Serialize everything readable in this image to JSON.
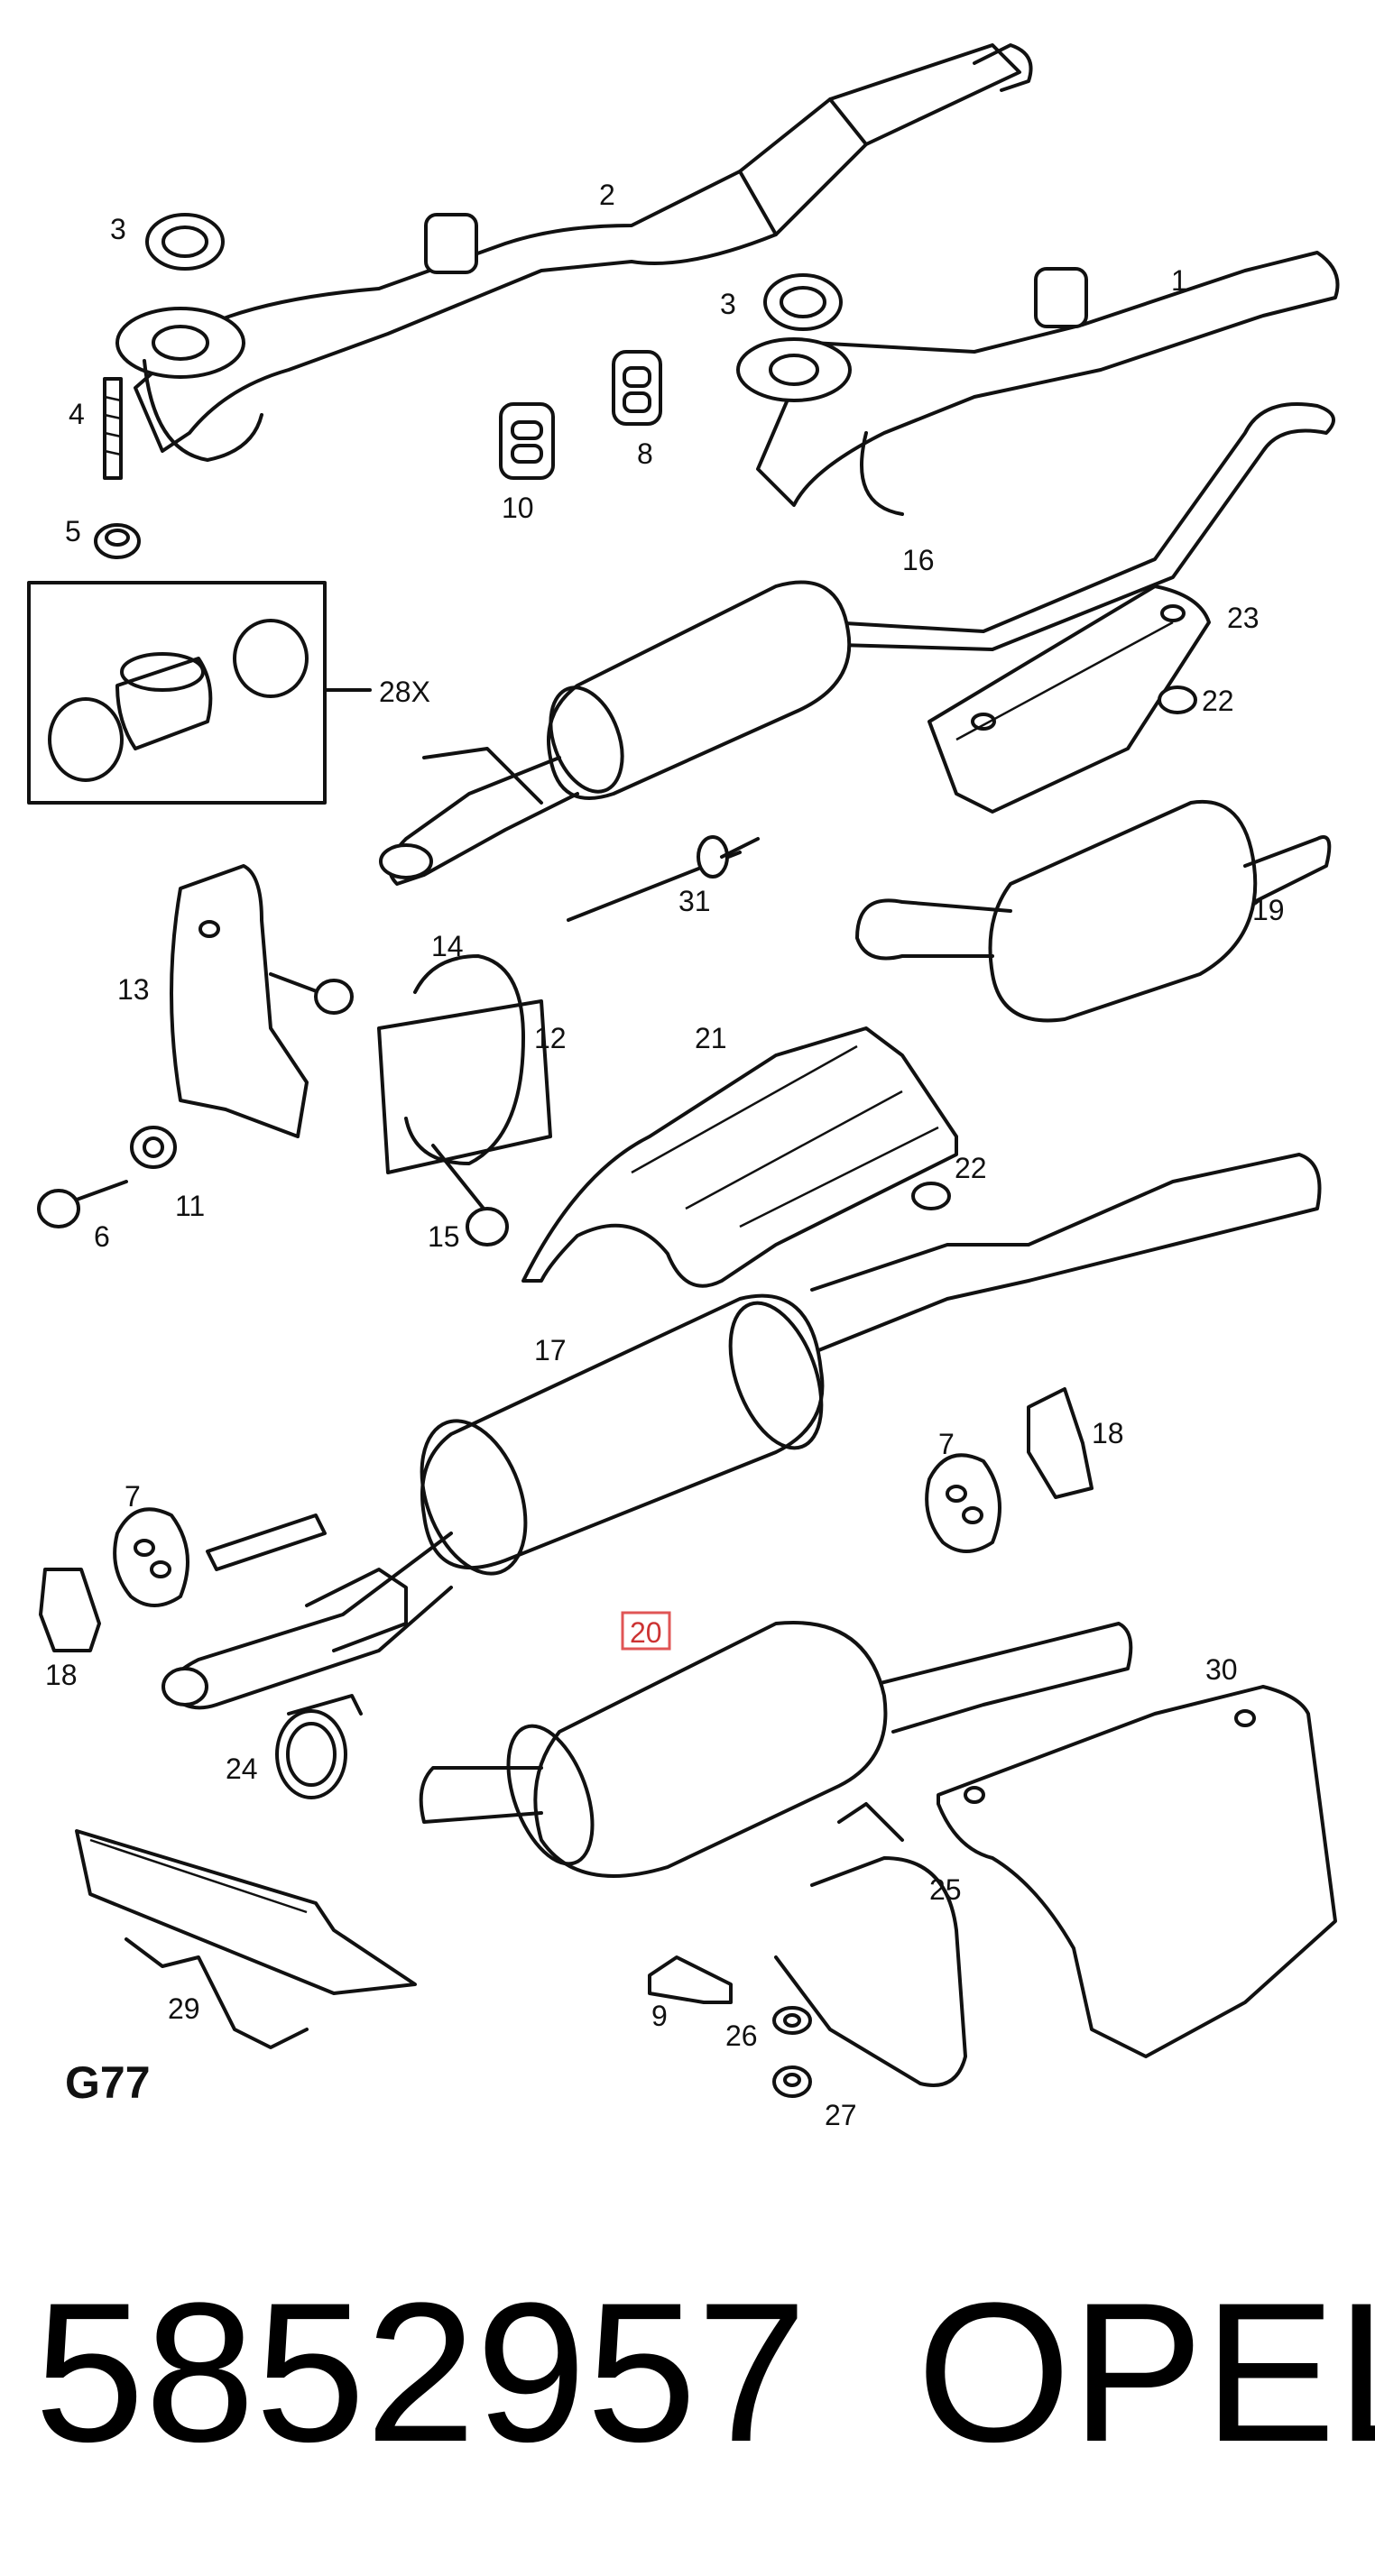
{
  "diagram": {
    "code": "G77",
    "callouts": [
      "1",
      "2",
      "3",
      "3",
      "4",
      "5",
      "6",
      "7",
      "7",
      "8",
      "9",
      "10",
      "11",
      "12",
      "13",
      "14",
      "15",
      "16",
      "17",
      "18",
      "18",
      "19",
      "20",
      "21",
      "22",
      "22",
      "23",
      "24",
      "25",
      "26",
      "27",
      "28X",
      "29",
      "30",
      "31"
    ],
    "highlighted_callout": "20"
  },
  "footer": {
    "part_number": "5852957",
    "brand": "OPEL"
  }
}
